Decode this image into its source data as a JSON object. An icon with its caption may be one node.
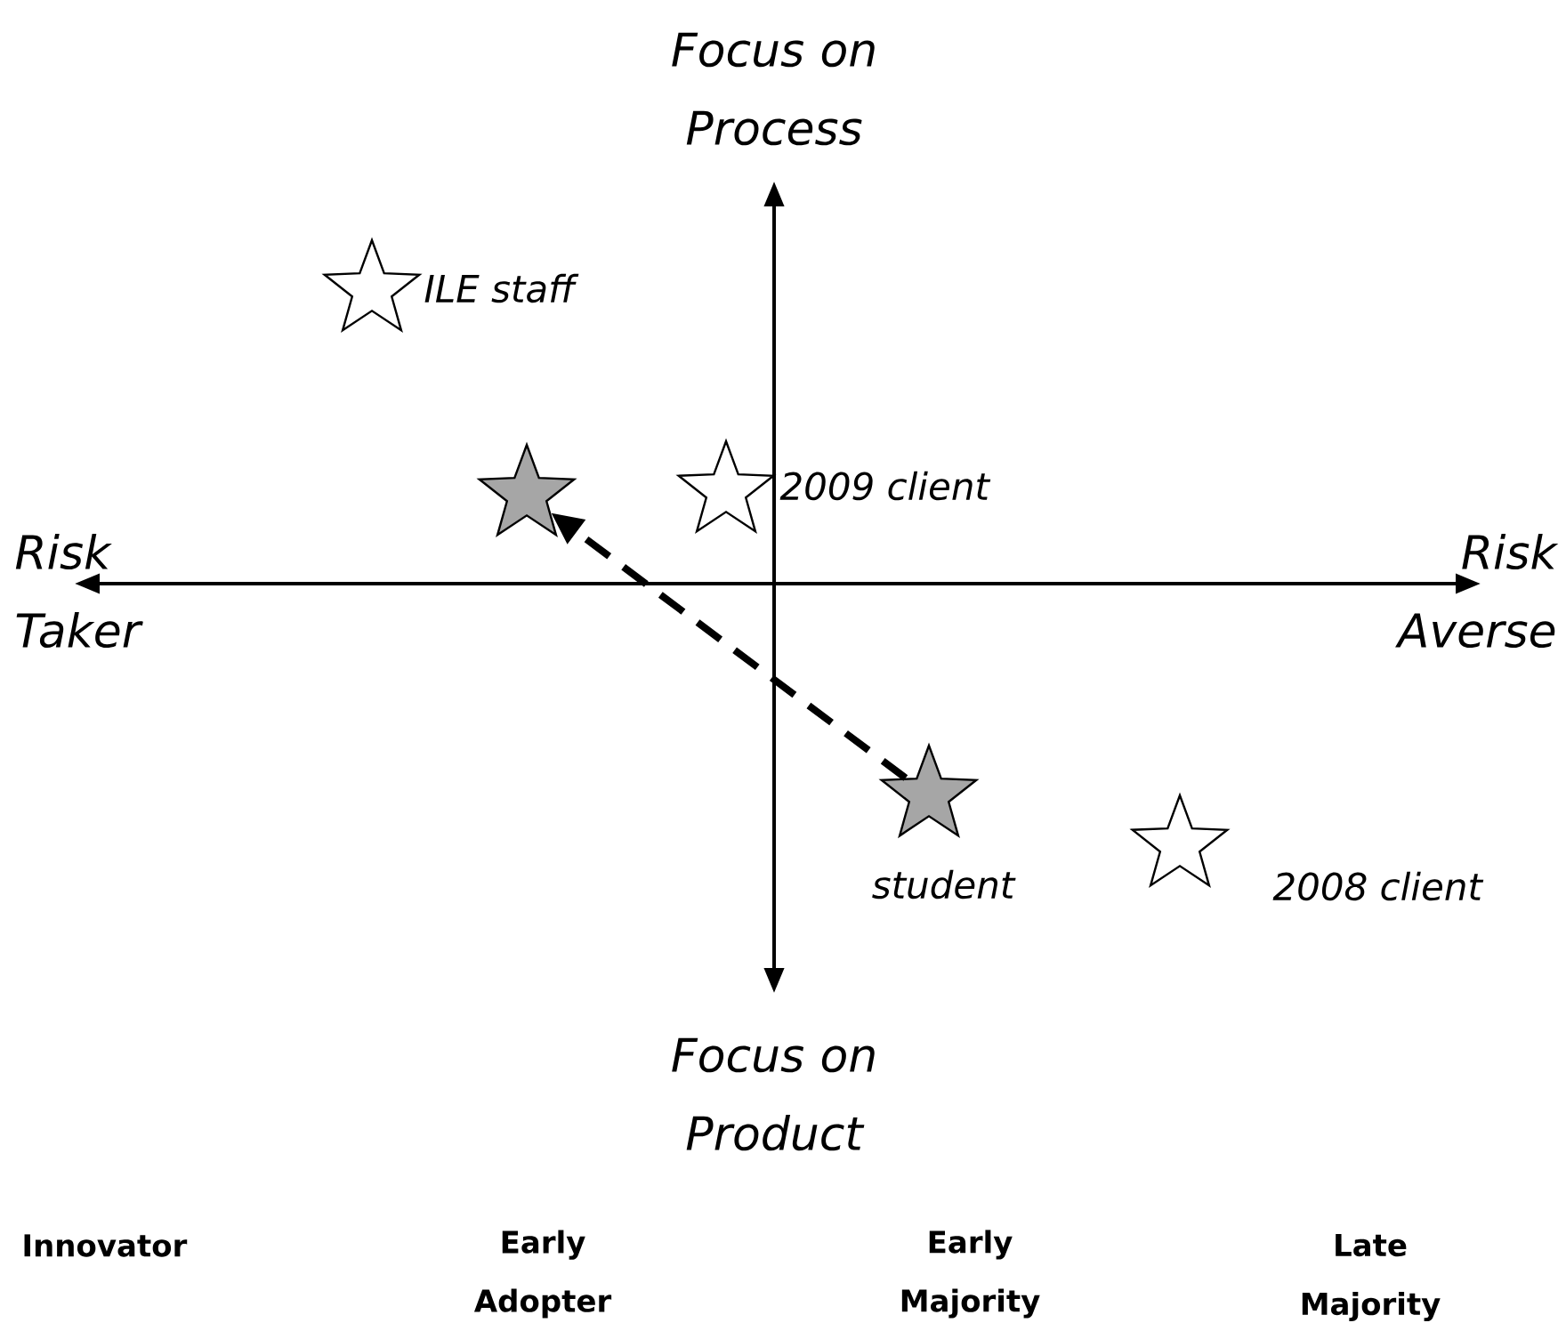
{
  "diagram": {
    "nodes": [
      {
        "text": [],
        "shape": "star",
        "beside": [
          "ILE staff"
        ]
      },
      {
        "text": [],
        "shape": "star"
      },
      {
        "text": [],
        "shape": "star",
        "beside": [
          "2009 client"
        ]
      },
      {
        "text": [],
        "shape": "star",
        "beside": [
          "student"
        ]
      },
      {
        "text": [],
        "shape": "star",
        "beside": [
          "2008 client"
        ]
      }
    ],
    "edges": [
      {
        "from": 3,
        "to": 1,
        "arrow": "to",
        "style": "dashed"
      }
    ],
    "labels": [
      "Focus on Process",
      "Risk Taker",
      "Risk Averse",
      "Focus on Product",
      "Innovator",
      "Early Adopter",
      "Early Majority",
      "Late Majority"
    ]
  }
}
